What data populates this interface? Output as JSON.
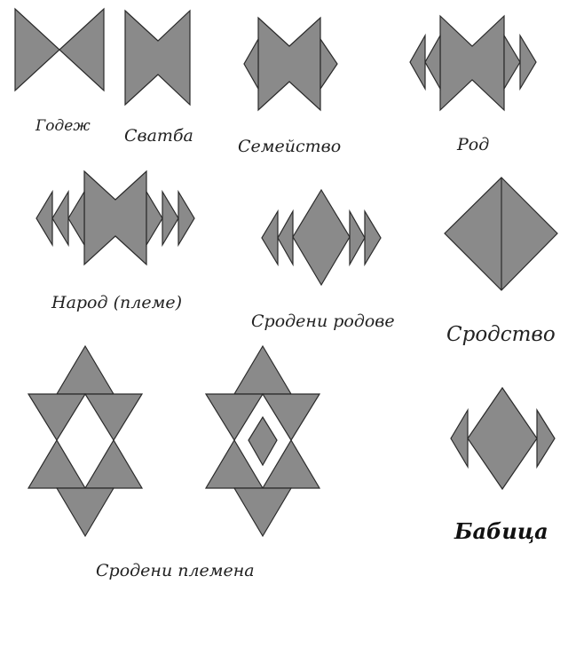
{
  "colors": {
    "fill": "#8a8a8a",
    "stroke": "#2a2a2a",
    "background": "#ffffff"
  },
  "labels": {
    "godezh": "Годеж",
    "svatba": "Сватба",
    "semeistvo": "Семейство",
    "rod": "Род",
    "narod": "Народ (племе)",
    "srodeni_rodove": "Сродени родове",
    "srodstvo": "Сродство",
    "babica": "Бабица",
    "srodeni_plemena": "Сродени племена"
  }
}
